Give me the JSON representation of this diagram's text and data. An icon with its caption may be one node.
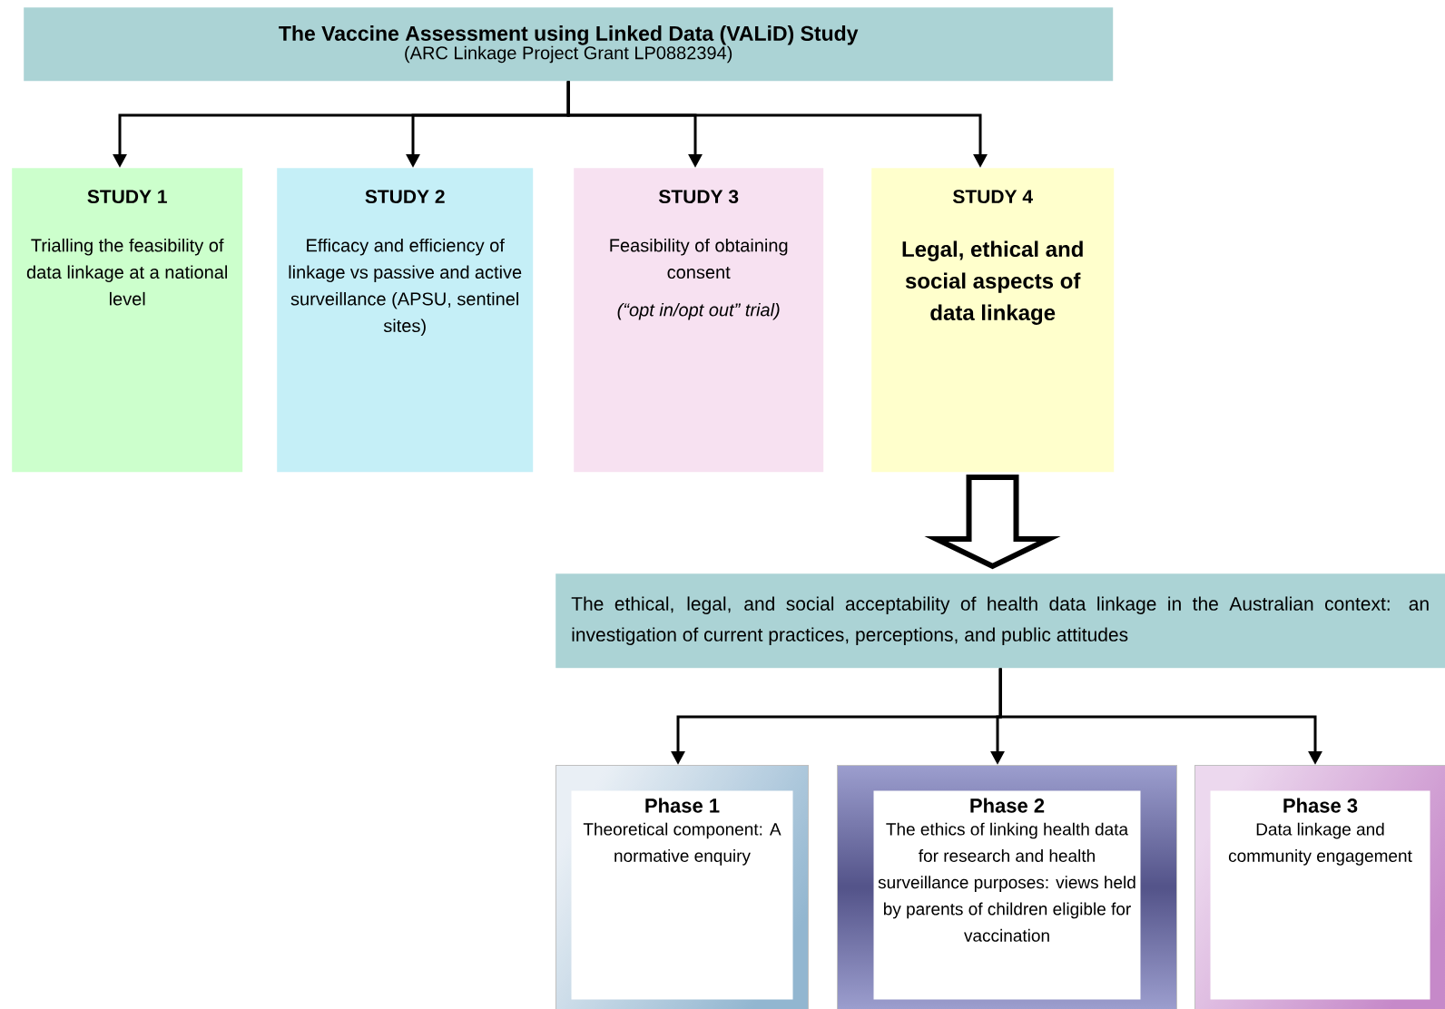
{
  "diagram": {
    "nodes": [
      {
        "text": [
          "The Vaccine Assessment using Linked Data (VALiD) Study",
          "(ARC Linkage Project Grant LP0882394)"
        ]
      },
      {
        "text": [
          "STUDY 1",
          "Trialling the feasibility of data linkage at a national level"
        ]
      },
      {
        "text": [
          "STUDY 2",
          "Efficacy and efficiency of linkage vs passive and active surveillance (APSU, sentinel sites)"
        ]
      },
      {
        "text": [
          "STUDY 3",
          "Feasibility of obtaining consent",
          "(“opt in/opt out” trial)"
        ]
      },
      {
        "text": [
          "STUDY 4",
          "Legal, ethical and social aspects of data linkage"
        ]
      },
      {
        "text": [
          "The ethical, legal, and social acceptability of health data linkage in the Australian context: an investigation of current practices, perceptions, and public attitudes"
        ]
      },
      {
        "text": [
          "Phase 1",
          "Theoretical component: A normative enquiry"
        ]
      },
      {
        "text": [
          "Phase 2",
          "The ethics of linking health data for research and health surveillance purposes: views held by parents of children eligible for vaccination"
        ]
      },
      {
        "text": [
          "Phase 3",
          "Data linkage and community engagement"
        ]
      }
    ],
    "edges": [
      {
        "from": 0,
        "to": 1,
        "arrow": "to"
      },
      {
        "from": 0,
        "to": 2,
        "arrow": "to"
      },
      {
        "from": 0,
        "to": 3,
        "arrow": "to"
      },
      {
        "from": 0,
        "to": 4,
        "arrow": "to"
      },
      {
        "from": 4,
        "to": 5,
        "arrow": "to",
        "style": "thick"
      },
      {
        "from": 5,
        "to": 6,
        "arrow": "to"
      },
      {
        "from": 5,
        "to": 7,
        "arrow": "to"
      },
      {
        "from": 5,
        "to": 8,
        "arrow": "to"
      }
    ]
  }
}
